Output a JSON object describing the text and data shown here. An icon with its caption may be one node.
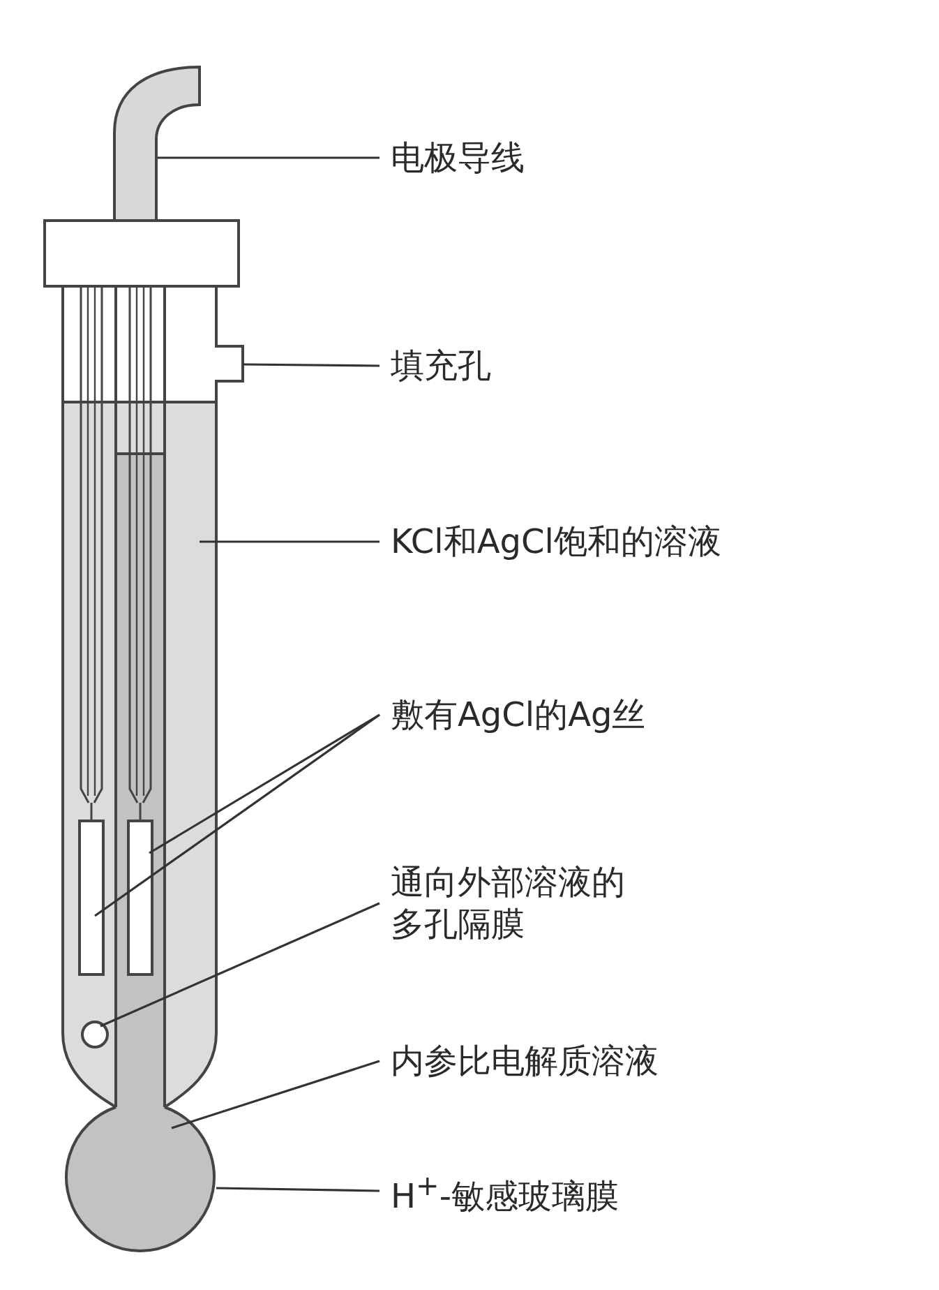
{
  "diagram": {
    "nodes": [
      {
        "text": [
          "电极导线"
        ]
      },
      {
        "text": [
          "填充孔"
        ]
      },
      {
        "text": [
          "KCl和AgCl饱和的溶液"
        ]
      },
      {
        "text": [
          "敷有AgCl的Ag丝"
        ]
      },
      {
        "text": [
          "通向外部溶液的多孔隔膜"
        ]
      },
      {
        "text": [
          "内参比电解质溶液"
        ]
      },
      {
        "text": [
          "H$^{+}$-敏感玻璃膜"
        ]
      }
    ],
    "edges": [
      {
        "from": 0,
        "to": null,
        "arrow": "none"
      },
      {
        "from": 1,
        "to": null,
        "arrow": "none"
      },
      {
        "from": 2,
        "to": null,
        "arrow": "none"
      },
      {
        "from": 3,
        "to": null,
        "arrow": "none"
      },
      {
        "from": 3,
        "to": null,
        "arrow": "none"
      },
      {
        "from": 4,
        "to": null,
        "arrow": "none"
      },
      {
        "from": 5,
        "to": null,
        "arrow": "none"
      },
      {
        "from": 6,
        "to": null,
        "arrow": "none"
      }
    ]
  }
}
